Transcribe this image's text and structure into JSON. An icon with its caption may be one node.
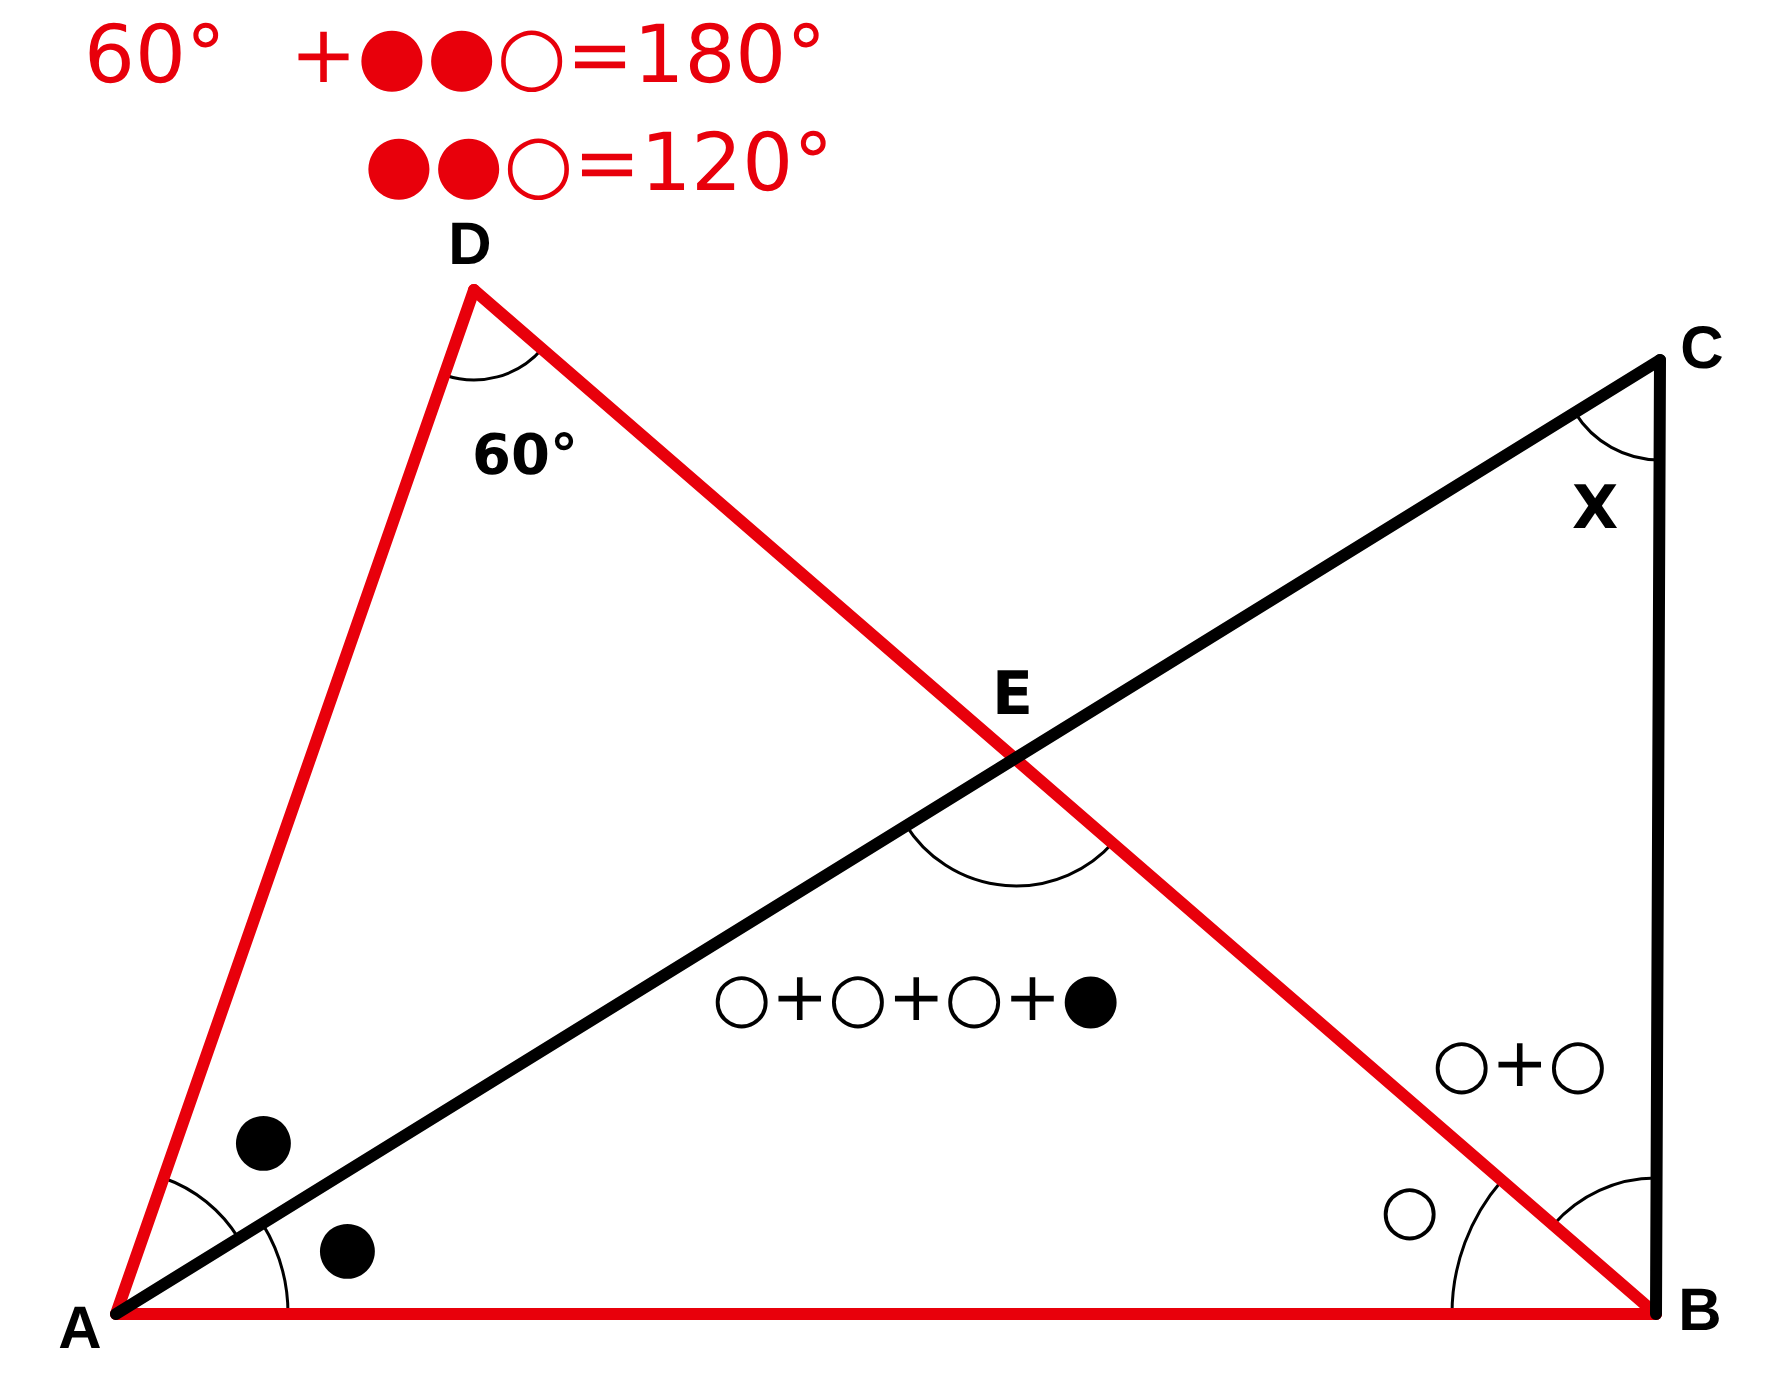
{
  "diagram": {
    "nodes": [
      {
        "text": [
          "D"
        ]
      },
      {
        "text": [
          "C"
        ]
      },
      {
        "text": [
          "A"
        ]
      },
      {
        "text": [
          "B"
        ]
      }
    ],
    "edges": [
      {
        "from": 2,
        "to": 0,
        "arrow": "none"
      },
      {
        "from": 0,
        "to": 3,
        "arrow": "none"
      },
      {
        "from": 2,
        "to": 3,
        "arrow": "none"
      },
      {
        "from": 2,
        "to": 1,
        "arrow": "none",
        "color": "#000000"
      },
      {
        "from": 1,
        "to": 3,
        "arrow": "none",
        "color": "#000000"
      }
    ],
    "labels": [
      "60°",
      "+●●○=180°",
      "●●○=120°",
      "60°",
      "X",
      "E",
      "○+○+○+●",
      "○+○",
      "●",
      "○",
      "●"
    ]
  }
}
